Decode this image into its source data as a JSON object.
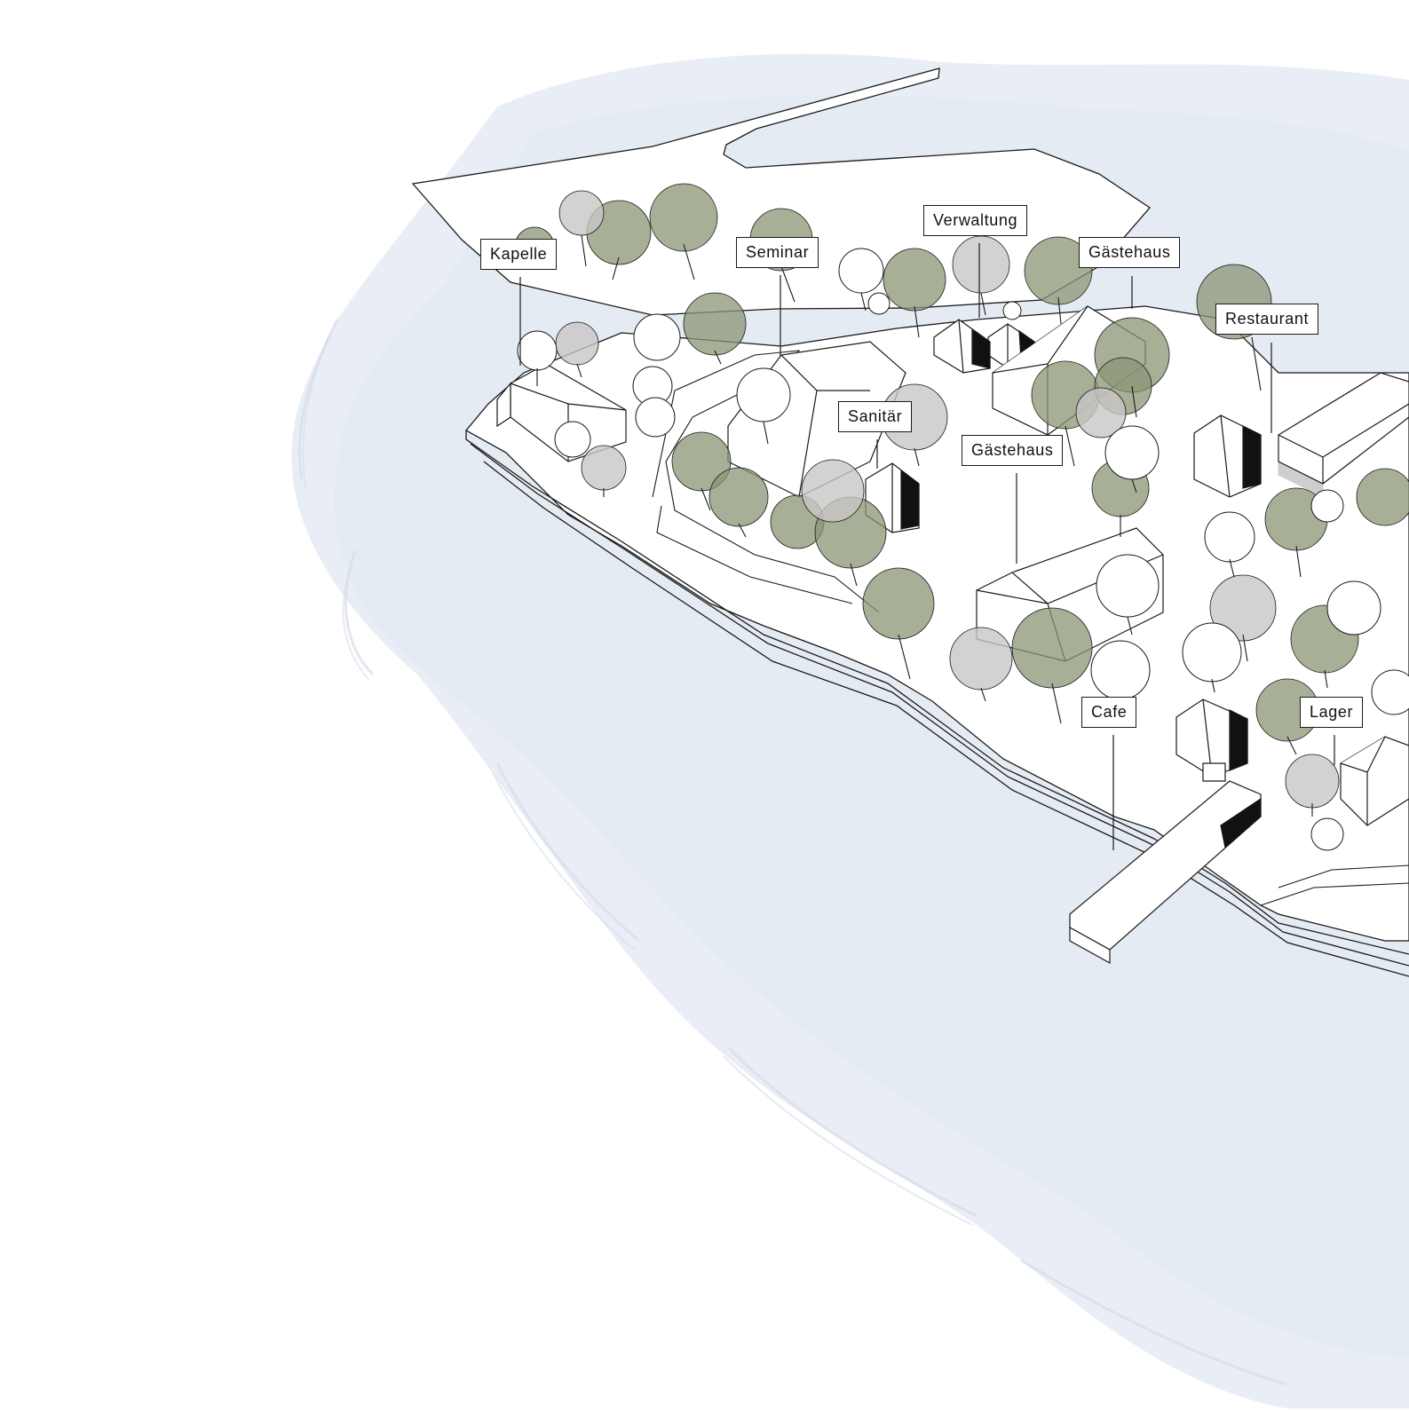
{
  "labels": {
    "kapelle": "Kapelle",
    "seminar": "Seminar",
    "verwaltung": "Verwaltung",
    "gaestehaus_north": "Gästehaus",
    "restaurant": "Restaurant",
    "sanitaer": "Sanitär",
    "gaestehaus_center": "Gästehaus",
    "cafe": "Cafe",
    "lager": "Lager"
  },
  "colors": {
    "water": "#e8edf5",
    "water_stroke": "#d6dde9",
    "land": "#ffffff",
    "line": "#1a1a1a",
    "tree_green": "#8a9474",
    "tree_grey": "#c9c5c6",
    "roof_dark": "#111111"
  }
}
